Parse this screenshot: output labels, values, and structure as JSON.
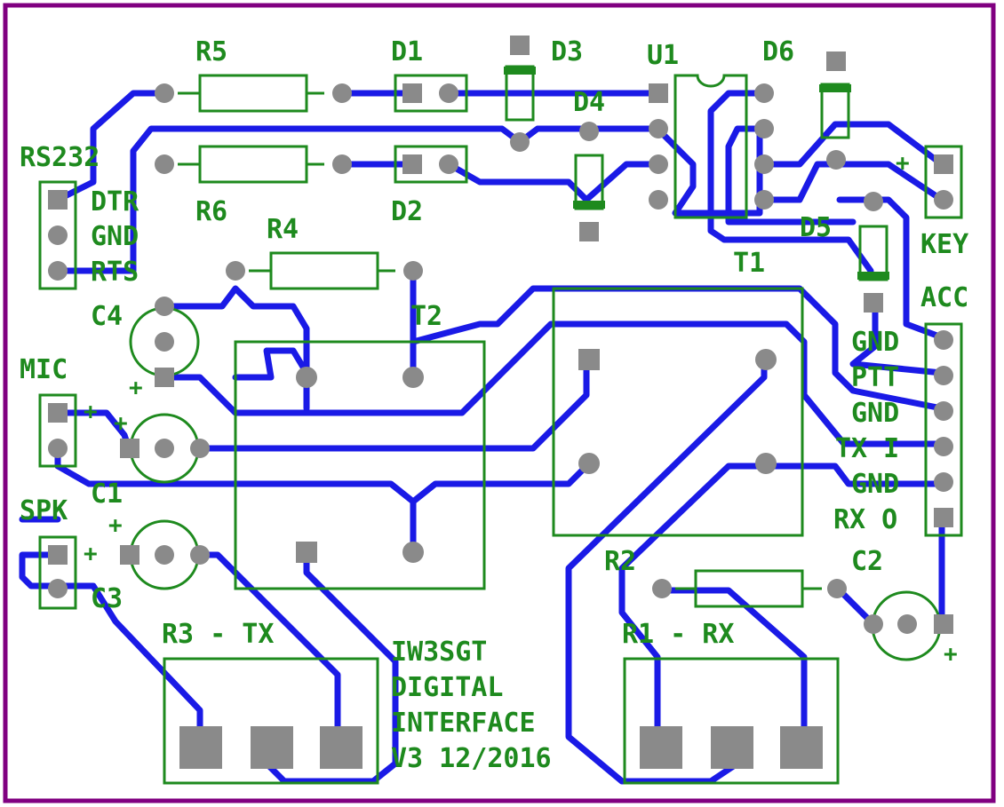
{
  "board": {
    "border_color": "#800080",
    "track_color": "#1a1ae6",
    "silk_color": "#1e8a1e",
    "pad_color": "#8a8a8a"
  },
  "labels": {
    "r5": "R5",
    "d1": "D1",
    "d3": "D3",
    "u1": "U1",
    "d6": "D6",
    "d4": "D4",
    "rs232": "RS232",
    "dtr": "DTR",
    "gnd_rs": "GND",
    "rts": "RTS",
    "r6": "R6",
    "d2": "D2",
    "r4": "R4",
    "d5": "D5",
    "key": "KEY",
    "t1": "T1",
    "acc": "ACC",
    "c4": "C4",
    "t2": "T2",
    "acc_gnd1": "GND",
    "acc_ptt": "PTT",
    "acc_gnd2": "GND",
    "acc_txi": "TX I",
    "acc_gnd3": "GND",
    "acc_rxo": "RX O",
    "mic": "MIC",
    "c1": "C1",
    "spk": "SPK",
    "c3": "C3",
    "r2": "R2",
    "c2": "C2",
    "r3_tx": "R3 - TX",
    "r1_rx": "R1 - RX",
    "plus": "+",
    "credit": [
      "IW3SGT",
      "DIGITAL",
      "INTERFACE",
      "V3 12/2016"
    ]
  }
}
